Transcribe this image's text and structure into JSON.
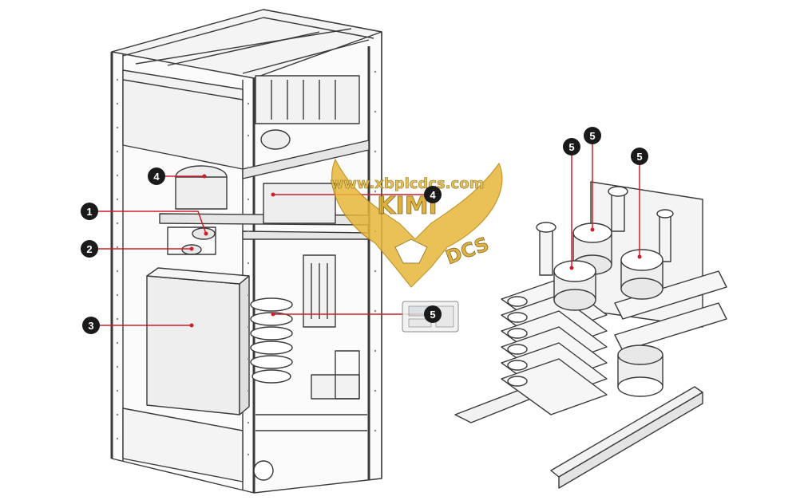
{
  "diagram": {
    "callouts": [
      {
        "id": "c1",
        "label": "1"
      },
      {
        "id": "c2",
        "label": "2"
      },
      {
        "id": "c3",
        "label": "3"
      },
      {
        "id": "c4a",
        "label": "4"
      },
      {
        "id": "c4b",
        "label": "4"
      },
      {
        "id": "c5a",
        "label": "5"
      },
      {
        "id": "c5b",
        "label": "5"
      },
      {
        "id": "c5c",
        "label": "5"
      },
      {
        "id": "c5d",
        "label": "5"
      }
    ],
    "colors": {
      "callout_fill": "#1a1a1a",
      "leader_line": "#cc1f2a",
      "line_art": "#3a3a3a",
      "panel_fill": "#f2f2f2",
      "watermark_gold": "#d9a521"
    }
  },
  "watermark": {
    "url_text": "www.xbplcdcs.com",
    "brand_text": "KIMI",
    "badge_text": "DCS"
  }
}
